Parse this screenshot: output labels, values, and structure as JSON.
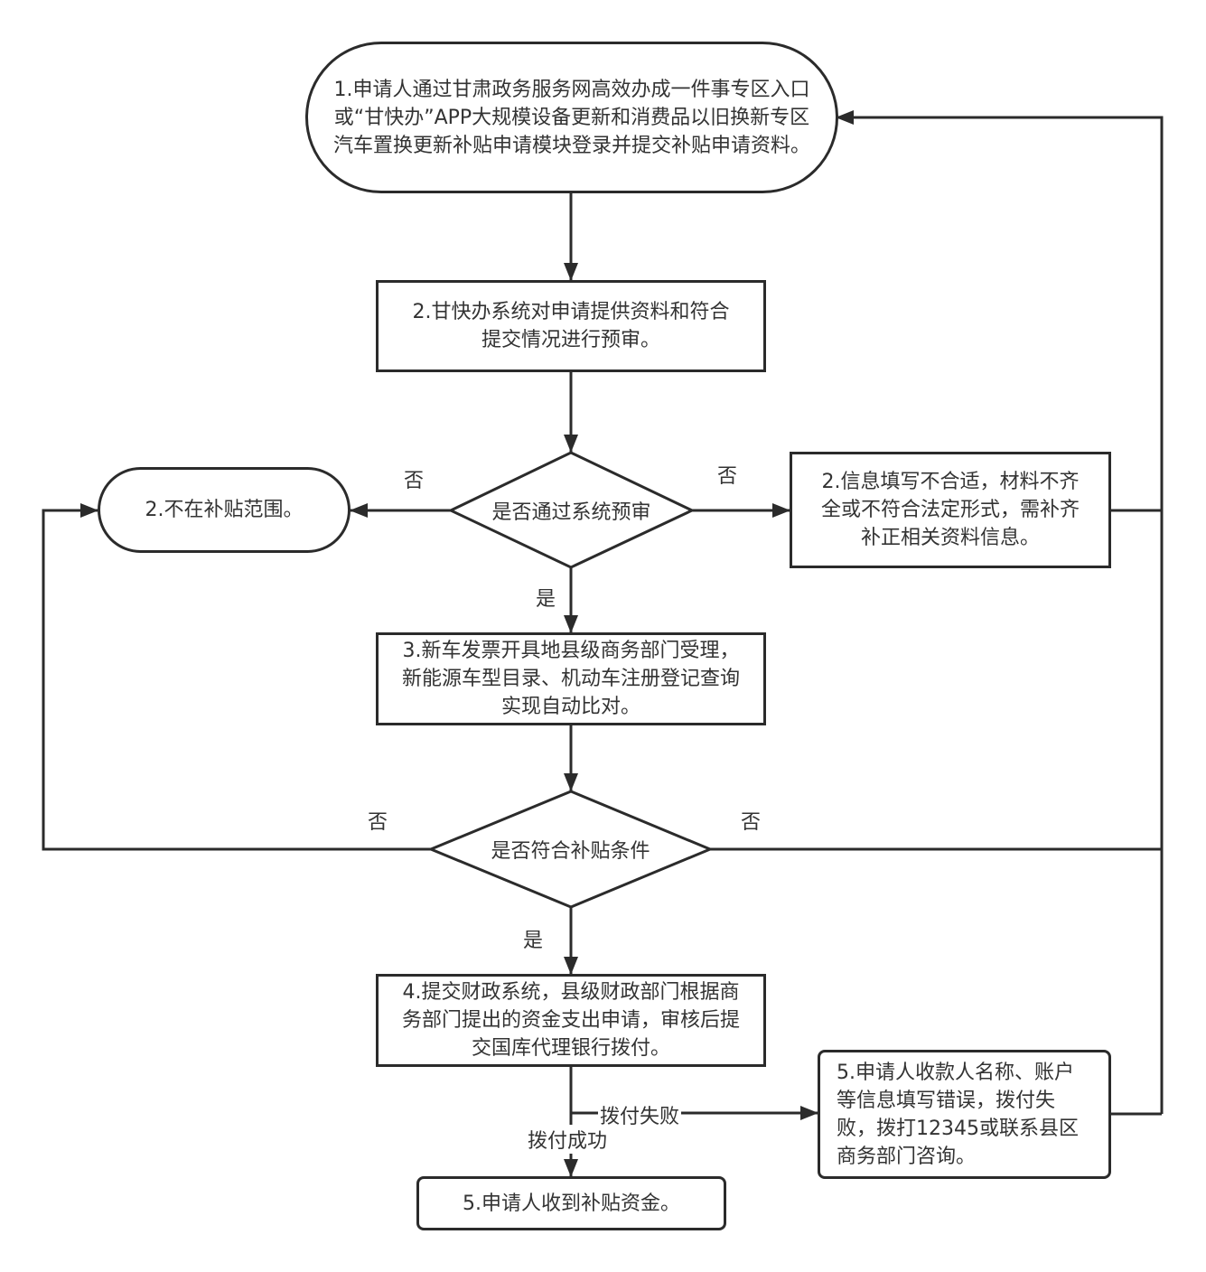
{
  "diagram": {
    "type": "flowchart",
    "line_color": "#2b2b2b",
    "text_color": "#333333",
    "nodes": {
      "start": {
        "text": "1.申请人通过甘肃政务服务网高效办成一件事专区入口或“甘快办”APP大规模设备更新和消费品以旧换新专区汽车置换更新补贴申请模块登录并提交补贴申请资料。",
        "shape": "terminal"
      },
      "precheck": {
        "text": "2.甘快办系统对申请提供资料和符合提交情况进行预审。",
        "shape": "process"
      },
      "decision1": {
        "text": "是否通过系统预审",
        "shape": "decision"
      },
      "not_eligible": {
        "text": "2.不在补贴范围。",
        "shape": "terminal"
      },
      "supplement": {
        "text": "2.信息填写不合适，材料不齐全或不符合法定形式，需补齐补正相关资料信息。",
        "shape": "process"
      },
      "commerce_review": {
        "text": "3.新车发票开具地县级商务部门受理，新能源车型目录、机动车注册登记查询实现自动比对。",
        "shape": "process"
      },
      "decision2": {
        "text": "是否符合补贴条件",
        "shape": "decision"
      },
      "finance": {
        "text": "4.提交财政系统，县级财政部门根据商务部门提出的资金支出申请，审核后提交国库代理银行拨付。",
        "shape": "process"
      },
      "payment_failed": {
        "text": "5.申请人收款人名称、账户等信息填写错误，拨付失败，拨打12345或联系县区商务部门咨询。",
        "shape": "rounded"
      },
      "received": {
        "text": "5.申请人收到补贴资金。",
        "shape": "rounded"
      }
    },
    "edge_labels": {
      "d1_no_left": "否",
      "d1_no_right": "否",
      "d1_yes": "是",
      "d2_no_left": "否",
      "d2_no_right": "否",
      "d2_yes": "是",
      "pay_fail": "拨付失败",
      "pay_success": "拨付成功"
    },
    "edges": [
      {
        "from": "start",
        "to": "precheck"
      },
      {
        "from": "precheck",
        "to": "decision1"
      },
      {
        "from": "decision1",
        "to": "not_eligible",
        "label": "否"
      },
      {
        "from": "decision1",
        "to": "supplement",
        "label": "否"
      },
      {
        "from": "decision1",
        "to": "commerce_review",
        "label": "是"
      },
      {
        "from": "supplement",
        "to": "start"
      },
      {
        "from": "commerce_review",
        "to": "decision2"
      },
      {
        "from": "decision2",
        "to": "not_eligible",
        "label": "否"
      },
      {
        "from": "decision2",
        "to": "start",
        "label": "否"
      },
      {
        "from": "decision2",
        "to": "finance",
        "label": "是"
      },
      {
        "from": "finance",
        "to": "payment_failed",
        "label": "拨付失败"
      },
      {
        "from": "finance",
        "to": "received",
        "label": "拨付成功"
      },
      {
        "from": "payment_failed",
        "to": "start"
      }
    ]
  }
}
